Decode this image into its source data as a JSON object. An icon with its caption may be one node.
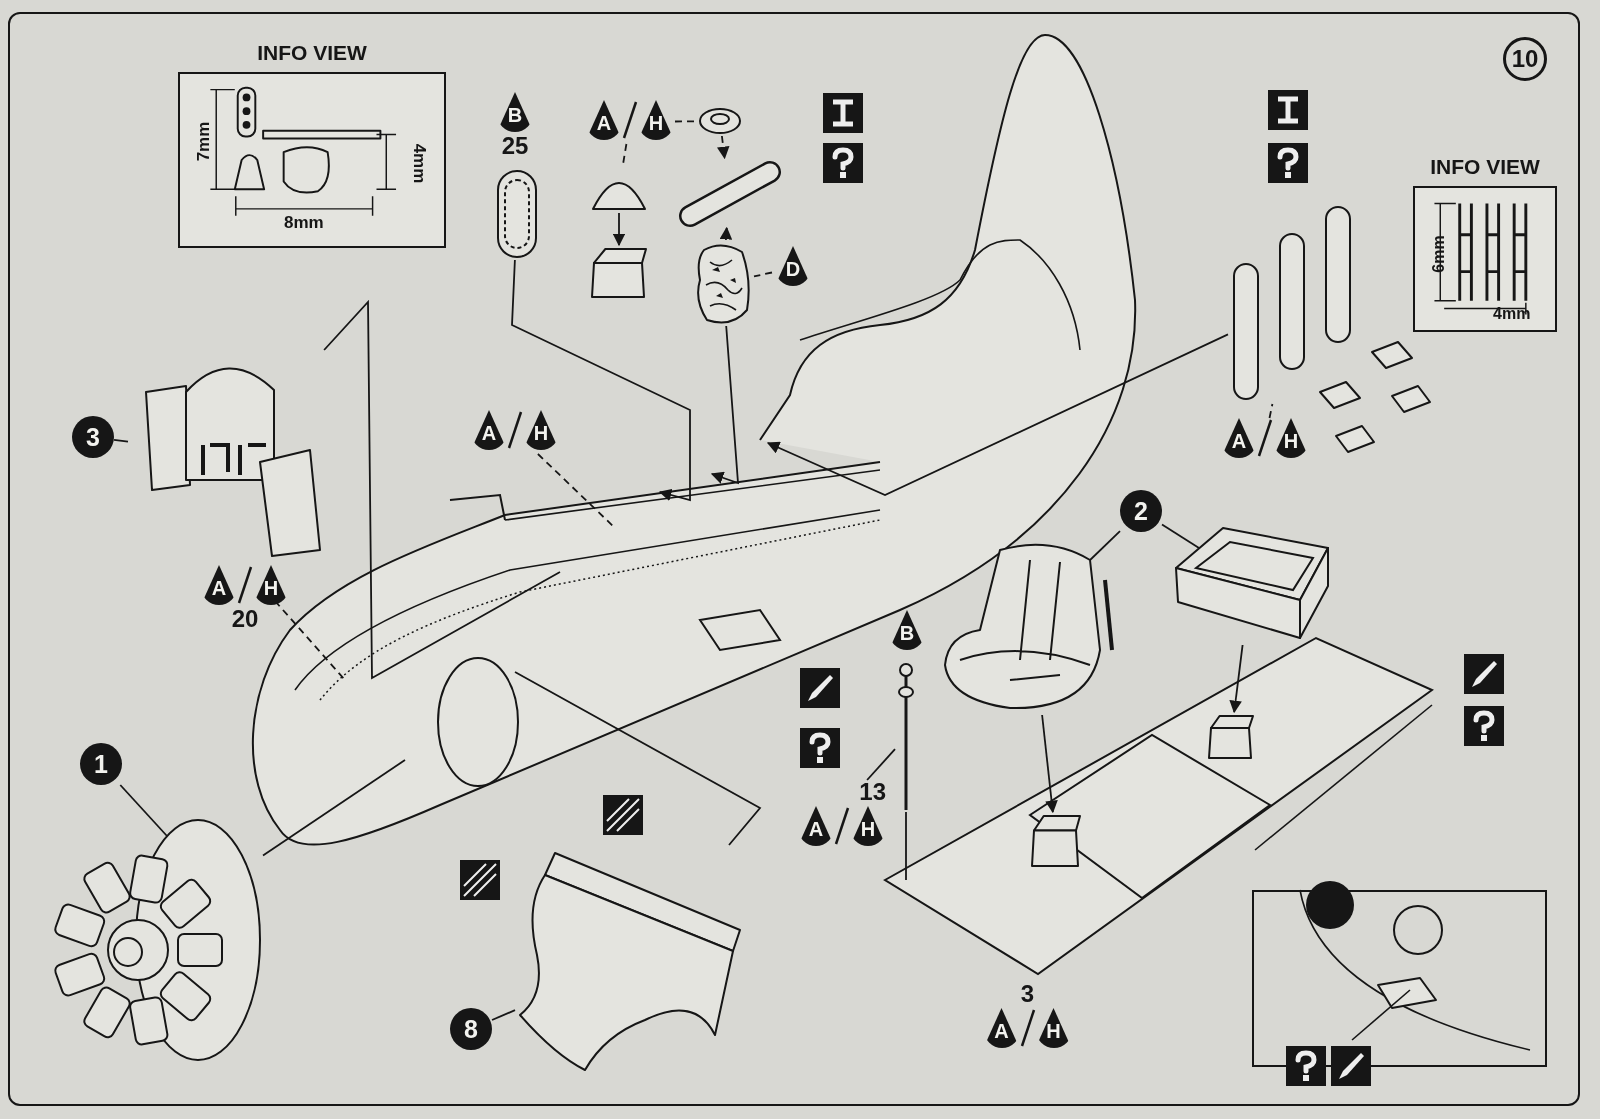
{
  "diagram": {
    "nodes": [
      {
        "text": [
          "INFO VIEW"
        ]
      },
      {
        "text": [
          "INFO VIEW"
        ]
      },
      {
        "text": [
          "3"
        ]
      },
      {
        "text": [],
        "shape": "picture"
      },
      {
        "text": [
          "1"
        ]
      },
      {
        "text": [],
        "shape": "picture"
      },
      {
        "text": [
          "2"
        ]
      },
      {
        "text": [],
        "shape": "picture"
      },
      {
        "text": [],
        "shape": "picture"
      },
      {
        "text": [
          "8"
        ]
      },
      {
        "text": [],
        "shape": "picture"
      },
      {
        "text": [
          "B"
        ],
        "beside": [
          "25"
        ]
      },
      {
        "text": [],
        "shape": "picture"
      },
      {
        "text": [
          "A",
          "H"
        ]
      },
      {
        "text": [],
        "shape": "picture"
      },
      {
        "text": [],
        "shape": "box"
      },
      {
        "text": [],
        "shape": "picture"
      },
      {
        "text": [],
        "shape": "picture"
      },
      {
        "text": [],
        "shape": "picture"
      },
      {
        "text": [
          "D"
        ]
      },
      {
        "text": [
          "A",
          "H"
        ]
      },
      {
        "text": [
          "A",
          "H"
        ],
        "beside": [
          "20"
        ]
      },
      {
        "text": [
          "A",
          "H"
        ]
      },
      {
        "text": [
          "B"
        ]
      },
      {
        "text": [],
        "shape": "picture"
      },
      {
        "text": [
          "A",
          "H"
        ],
        "beside": [
          "13"
        ]
      },
      {
        "text": [
          "A",
          "H"
        ],
        "beside": [
          "3"
        ]
      },
      {
        "text": [],
        "shape": "box"
      },
      {
        "text": [],
        "shape": "box"
      },
      {
        "text": [],
        "shape": "picture"
      }
    ],
    "edges": [
      {
        "from": 2,
        "to": 3,
        "arrow": "none"
      },
      {
        "from": 4,
        "to": 5,
        "arrow": "none"
      },
      {
        "from": 6,
        "to": 7,
        "arrow": "none"
      },
      {
        "from": 6,
        "to": 8,
        "arrow": "none"
      },
      {
        "from": 9,
        "to": 10,
        "arrow": "none"
      },
      {
        "from": 3,
        "to": null,
        "arrow": "none"
      },
      {
        "from": 5,
        "to": null,
        "arrow": "none"
      },
      {
        "from": 10,
        "to": null,
        "arrow": "none"
      },
      {
        "from": 12,
        "to": null,
        "arrow": "to"
      },
      {
        "from": 18,
        "to": null,
        "arrow": "to"
      },
      {
        "from": 14,
        "to": 15,
        "arrow": "to"
      },
      {
        "from": 13,
        "to": 14,
        "arrow": "none",
        "style": "dashed"
      },
      {
        "from": 13,
        "to": 16,
        "arrow": "none",
        "style": "dashed"
      },
      {
        "from": 16,
        "to": 17,
        "arrow": "to",
        "style": "dashed"
      },
      {
        "from": 19,
        "to": 18,
        "arrow": "none",
        "style": "dashed"
      },
      {
        "from": 20,
        "to": null,
        "arrow": "none",
        "style": "dashed"
      },
      {
        "from": 21,
        "to": null,
        "arrow": "none",
        "style": "dashed"
      },
      {
        "from": 22,
        "to": 29,
        "arrow": "none",
        "style": "dashed"
      },
      {
        "from": 7,
        "to": 28,
        "arrow": "to"
      },
      {
        "from": 8,
        "to": 27,
        "arrow": "to"
      },
      {
        "from": 24,
        "to": null,
        "arrow": "none"
      },
      {
        "from": 25,
        "to": 24,
        "arrow": "none"
      },
      {
        "from": 29,
        "to": null,
        "arrow": "to"
      },
      {
        "from": 18,
        "to": 17,
        "arrow": "to"
      }
    ],
    "labels": [
      "10",
      "7mm",
      "4mm",
      "8mm",
      "6mm",
      "4mm"
    ]
  }
}
